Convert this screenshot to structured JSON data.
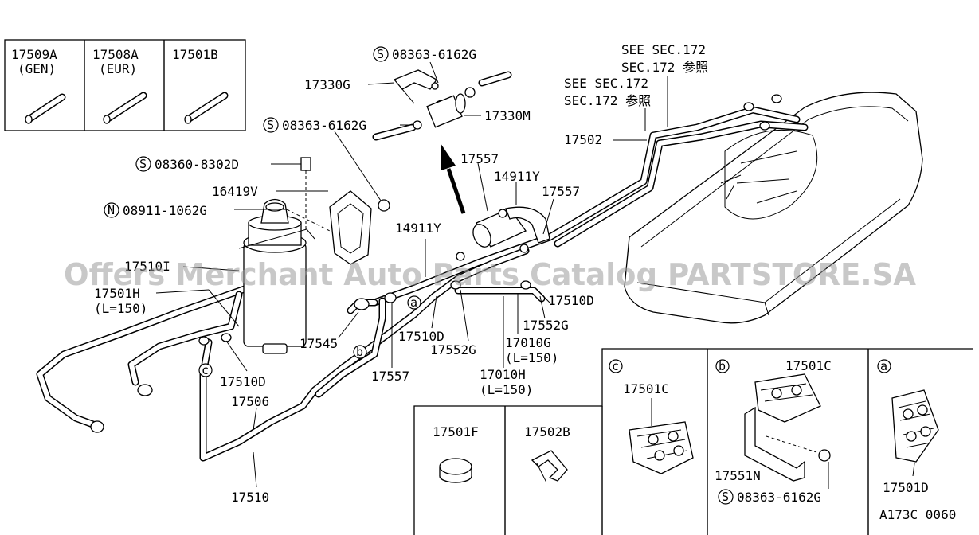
{
  "watermark": "Offers Merchant Auto Parts Catalog PARTSTORE.SA",
  "diagram_code": "A173C 0060",
  "hose_boxes": [
    {
      "part": "17509A",
      "variant": "(GEN)"
    },
    {
      "part": "17508A",
      "variant": "(EUR)"
    },
    {
      "part": "17501B",
      "variant": ""
    }
  ],
  "see_section": {
    "upper": {
      "line1": "SEE SEC.172",
      "line2": "SEC.172 参照"
    },
    "lower": {
      "line1": "SEE SEC.172",
      "line2": "SEC.172 参照"
    }
  },
  "labels": {
    "bolt_08363_top": "08363-6162G",
    "bolt_08363_mid": "08363-6162G",
    "bolt_08360": "08360-8302D",
    "nut_08911": "08911-1062G",
    "p17330G": "17330G",
    "p17330M": "17330M",
    "p16419V": "16419V",
    "p17557_a": "17557",
    "p17557_b": "17557",
    "p17557_c": "17557",
    "p14911Y_a": "14911Y",
    "p14911Y_b": "14911Y",
    "p17502": "17502",
    "p17510I": "17510I",
    "p17501H": "17501H",
    "p17501H_len": "(L=150)",
    "p17510D_a": "17510D",
    "p17510D_b": "17510D",
    "p17510D_c": "17510D",
    "p17552G_a": "17552G",
    "p17552G_b": "17552G",
    "p17010G": "17010G",
    "p17010G_len": "(L=150)",
    "p17010H": "17010H",
    "p17010H_len": "(L=150)",
    "p17545": "17545",
    "p17506": "17506",
    "p17510": "17510"
  },
  "callouts": {
    "S": "S",
    "N": "N",
    "a": "a",
    "b": "b",
    "c": "c"
  },
  "detail_boxes": {
    "f": {
      "part": "17501F"
    },
    "b2": {
      "part": "17502B"
    },
    "c": {
      "marker": "c",
      "part": "17501C"
    },
    "b": {
      "marker": "b",
      "part": "17501C",
      "part2": "17551N",
      "bolt": "08363-6162G"
    },
    "a": {
      "marker": "a",
      "part": "17501D"
    }
  }
}
